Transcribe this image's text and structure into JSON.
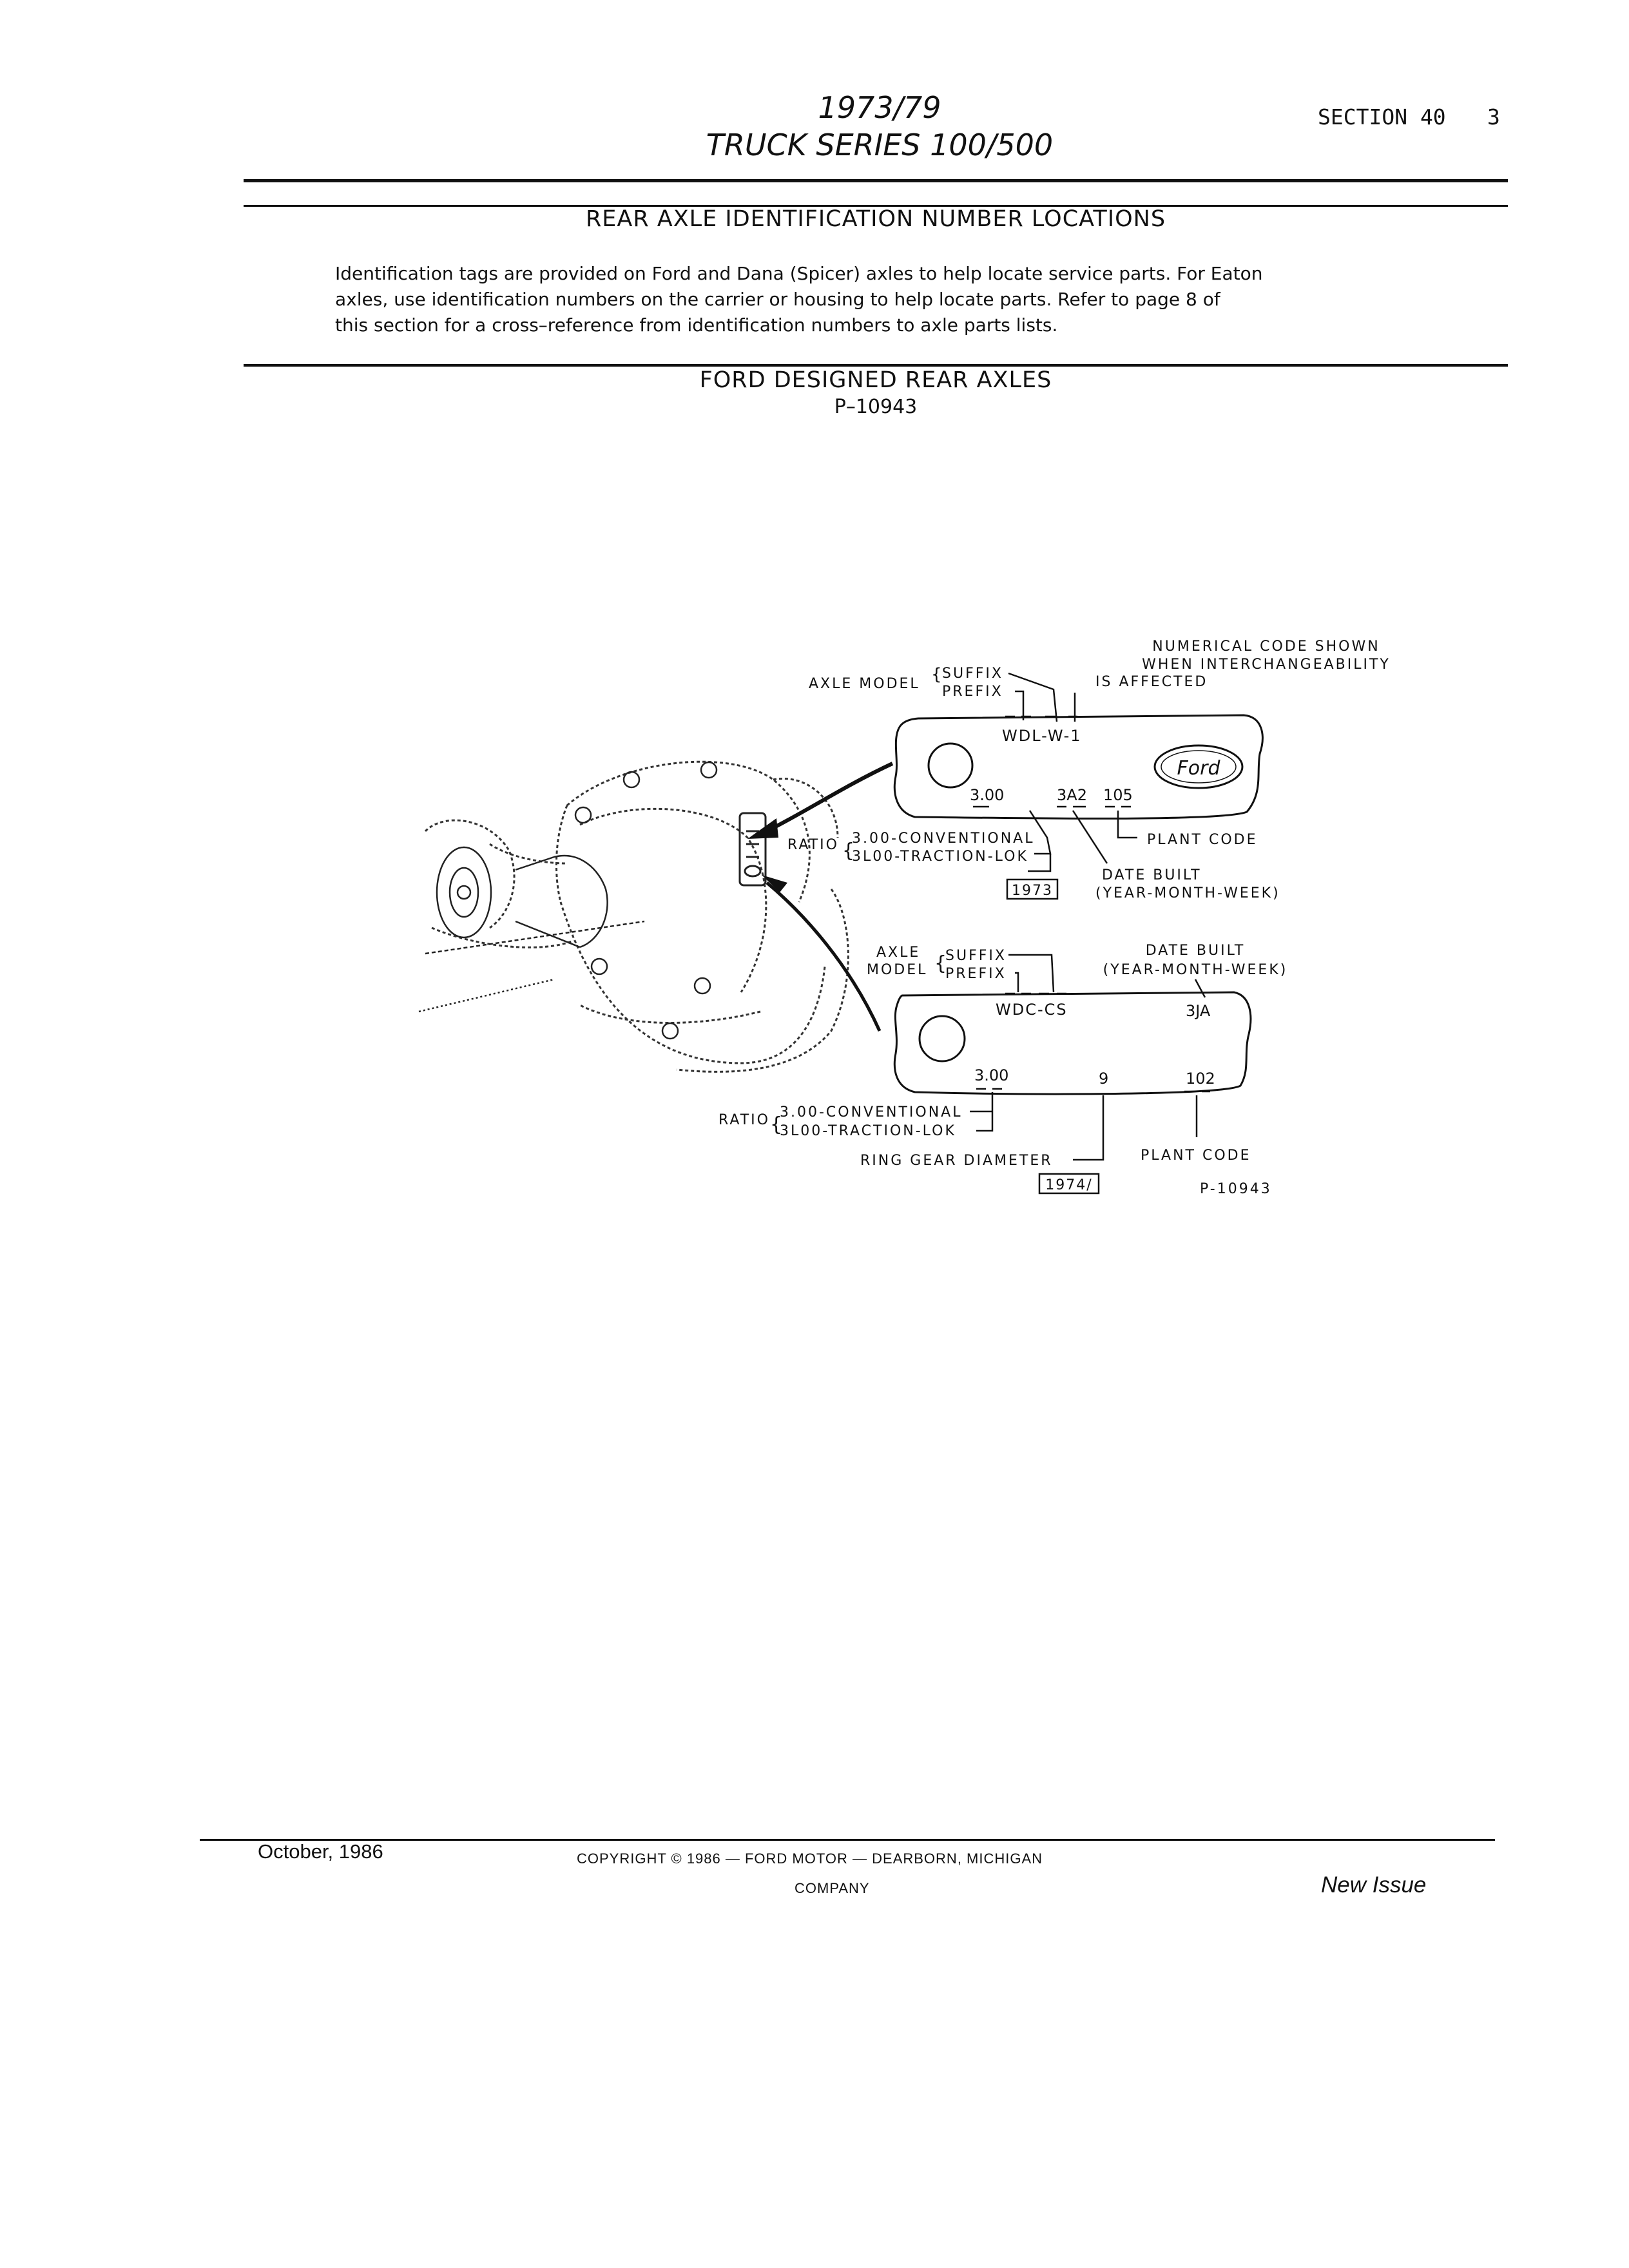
{
  "header": {
    "title_line1": "1973/79",
    "title_line2": "TRUCK SERIES 100/500",
    "section": "SECTION 40",
    "page_number": "3"
  },
  "heading": "REAR AXLE IDENTIFICATION NUMBER LOCATIONS",
  "intro_lines": [
    "Identification tags are provided on Ford and Dana (Spicer) axles to help locate service parts. For Eaton",
    "axles, use identification numbers on the carrier or housing to help locate parts. Refer to page 8 of",
    "this section for a cross–reference from identification numbers to axle parts lists."
  ],
  "subheading": "FORD DESIGNED REAR AXLES",
  "figure_ref": "P–10943",
  "figure": {
    "tag1": {
      "numerical_code_line1": "NUMERICAL CODE SHOWN",
      "numerical_code_line2": "WHEN INTERCHANGEABILITY",
      "numerical_code_line3": "IS AFFECTED",
      "axle_model": "AXLE MODEL",
      "suffix": "SUFFIX",
      "prefix": "PREFIX",
      "code": "WDL-W-1",
      "logo": "Ford",
      "ratio_value": "3.00",
      "date_value": "3A2",
      "plant_value": "105",
      "plant_code": "PLANT CODE",
      "ratio": "RATIO",
      "ratio_conventional": "3.00-CONVENTIONAL",
      "ratio_tractionlok": "3L00-TRACTION-LOK",
      "date_built": "DATE BUILT",
      "date_format": "(YEAR-MONTH-WEEK)",
      "year_box": "1973"
    },
    "tag2": {
      "axle": "AXLE",
      "model": "MODEL",
      "suffix": "SUFFIX",
      "prefix": "PREFIX",
      "date_built": "DATE BUILT",
      "date_format": "(YEAR-MONTH-WEEK)",
      "code": "WDC-CS",
      "date_value": "3JA",
      "ratio_value": "3.00",
      "ring_value": "9",
      "plant_value": "102",
      "ratio": "RATIO",
      "ratio_conventional": "3.00-CONVENTIONAL",
      "ratio_tractionlok": "3L00-TRACTION-LOK",
      "ring_gear": "RING GEAR DIAMETER",
      "plant_code": "PLANT CODE",
      "year_box": "1974/",
      "figure_number": "P-10943"
    }
  },
  "footer": {
    "date": "October, 1986",
    "copyright": "COPYRIGHT © 1986  —  FORD MOTOR  —  DEARBORN, MICHIGAN",
    "company": "COMPANY",
    "issue": "New Issue"
  }
}
